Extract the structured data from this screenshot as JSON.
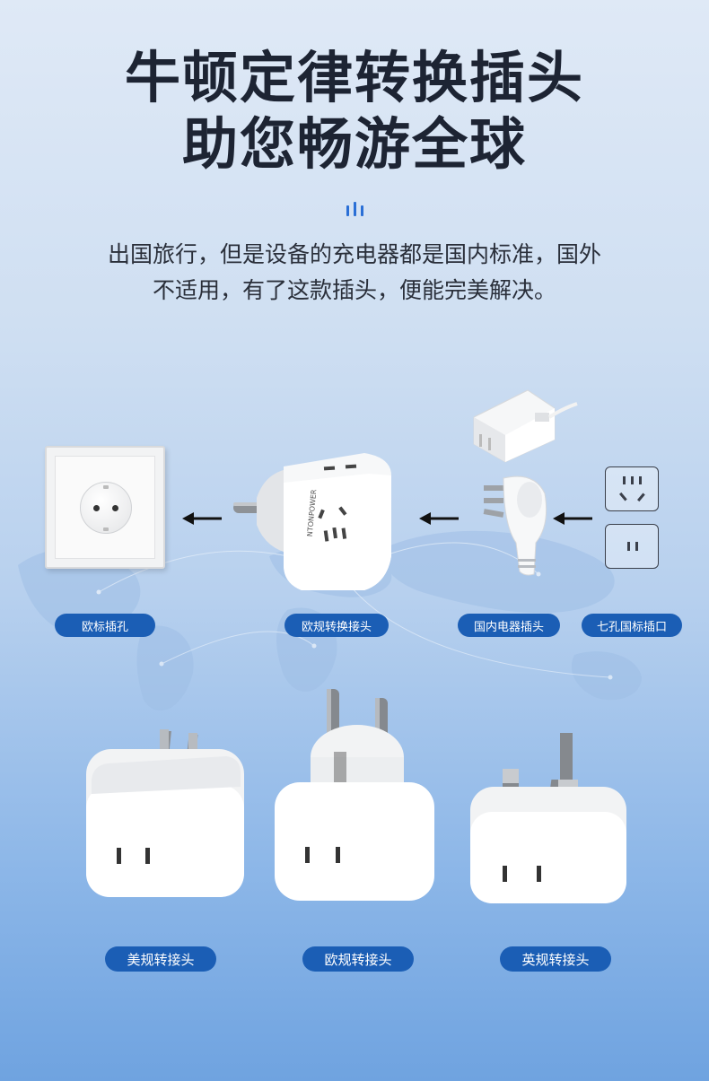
{
  "headline": {
    "line1": "牛顿定律转换插头",
    "line2": "助您畅游全球"
  },
  "description": {
    "line1": "出国旅行，但是设备的充电器都是国内标准，国外",
    "line2": "不适用，有了这款插头，便能完美解决。"
  },
  "diagram": {
    "labels": {
      "eu_socket": "欧标插孔",
      "eu_adapter": "欧规转换接头",
      "cn_plug": "国内电器插头",
      "cn_outlet": "七孔国标插口"
    },
    "adapter_brand": "NTONPOWER"
  },
  "products": [
    {
      "label": "美规转接头"
    },
    {
      "label": "欧规转接头"
    },
    {
      "label": "英规转接头"
    }
  ],
  "colors": {
    "accent": "#1b5eb5",
    "headline": "#1d2433"
  }
}
